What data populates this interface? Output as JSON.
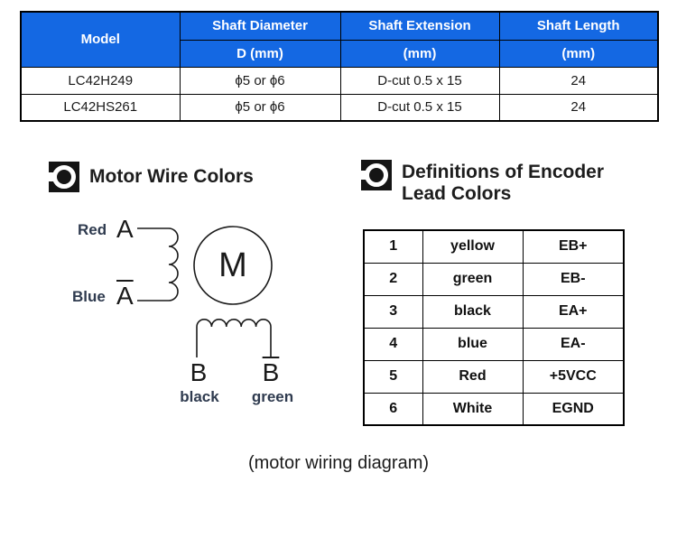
{
  "colors": {
    "table_header_blue": "#1468E3",
    "header_text": "#FFFFFF",
    "wire_label_navy": "#2F3B4F",
    "line_color": "#1A1A1A"
  },
  "spec": {
    "model_header": "Model",
    "cols": [
      {
        "top": "Shaft Diameter",
        "sub": "D (mm)"
      },
      {
        "top": "Shaft Extension",
        "sub": "(mm)"
      },
      {
        "top": "Shaft Length",
        "sub": "(mm)"
      }
    ],
    "rows": [
      {
        "model": "LC42H249",
        "diameter": "ϕ5 or ϕ6",
        "extension": "D-cut 0.5 x 15",
        "length": "24"
      },
      {
        "model": "LC42HS261",
        "diameter": "ϕ5 or ϕ6",
        "extension": "D-cut 0.5 x 15",
        "length": "24"
      }
    ]
  },
  "sections": {
    "motor_title": "Motor Wire Colors",
    "encoder_title_line1": "Definitions of Encoder",
    "encoder_title_line2": "Lead Colors"
  },
  "wiring": {
    "phase_a": {
      "wire_color": "Red",
      "terminal": "A"
    },
    "phase_a_complement": {
      "wire_color": "Blue",
      "terminal": "A"
    },
    "motor_label": "M",
    "phase_b": {
      "terminal": "B",
      "wire_color": "black"
    },
    "phase_b_complement": {
      "terminal": "B",
      "wire_color": "green"
    }
  },
  "encoder_table": {
    "rows": [
      {
        "pin": "1",
        "color": "yellow",
        "signal": "EB+"
      },
      {
        "pin": "2",
        "color": "green",
        "signal": "EB-"
      },
      {
        "pin": "3",
        "color": "black",
        "signal": "EA+"
      },
      {
        "pin": "4",
        "color": "blue",
        "signal": "EA-"
      },
      {
        "pin": "5",
        "color": "Red",
        "signal": "+5VCC"
      },
      {
        "pin": "6",
        "color": "White",
        "signal": "EGND"
      }
    ]
  },
  "caption": "(motor wiring diagram)"
}
